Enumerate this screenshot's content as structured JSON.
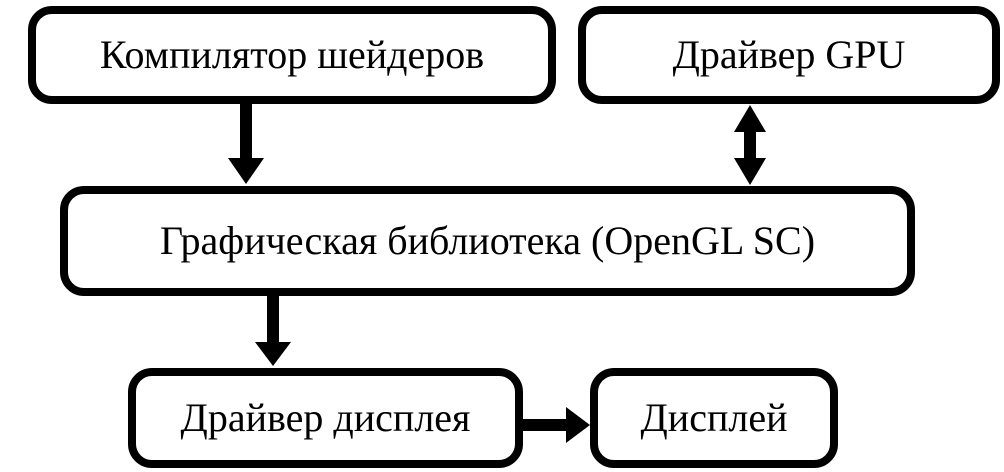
{
  "diagram": {
    "title": "Graphics pipeline block diagram",
    "colors": {
      "background": "#ffffff",
      "node_fill": "#ffffff",
      "node_border": "#000000",
      "arrow": "#000000",
      "text": "#000000"
    },
    "nodes": [
      {
        "id": "shader-compiler",
        "label": "Компилятор шейдеров"
      },
      {
        "id": "gpu-driver",
        "label": "Драйвер GPU"
      },
      {
        "id": "graphics-library",
        "label": "Графическая библиотека (OpenGL SC)"
      },
      {
        "id": "display-driver",
        "label": "Драйвер дисплея"
      },
      {
        "id": "display",
        "label": "Дисплей"
      }
    ],
    "edges": [
      {
        "from": "shader-compiler",
        "to": "graphics-library",
        "direction": "one-way-down"
      },
      {
        "from": "gpu-driver",
        "to": "graphics-library",
        "direction": "bidirectional-vertical"
      },
      {
        "from": "graphics-library",
        "to": "display-driver",
        "direction": "one-way-down"
      },
      {
        "from": "display-driver",
        "to": "display",
        "direction": "one-way-right"
      }
    ]
  }
}
